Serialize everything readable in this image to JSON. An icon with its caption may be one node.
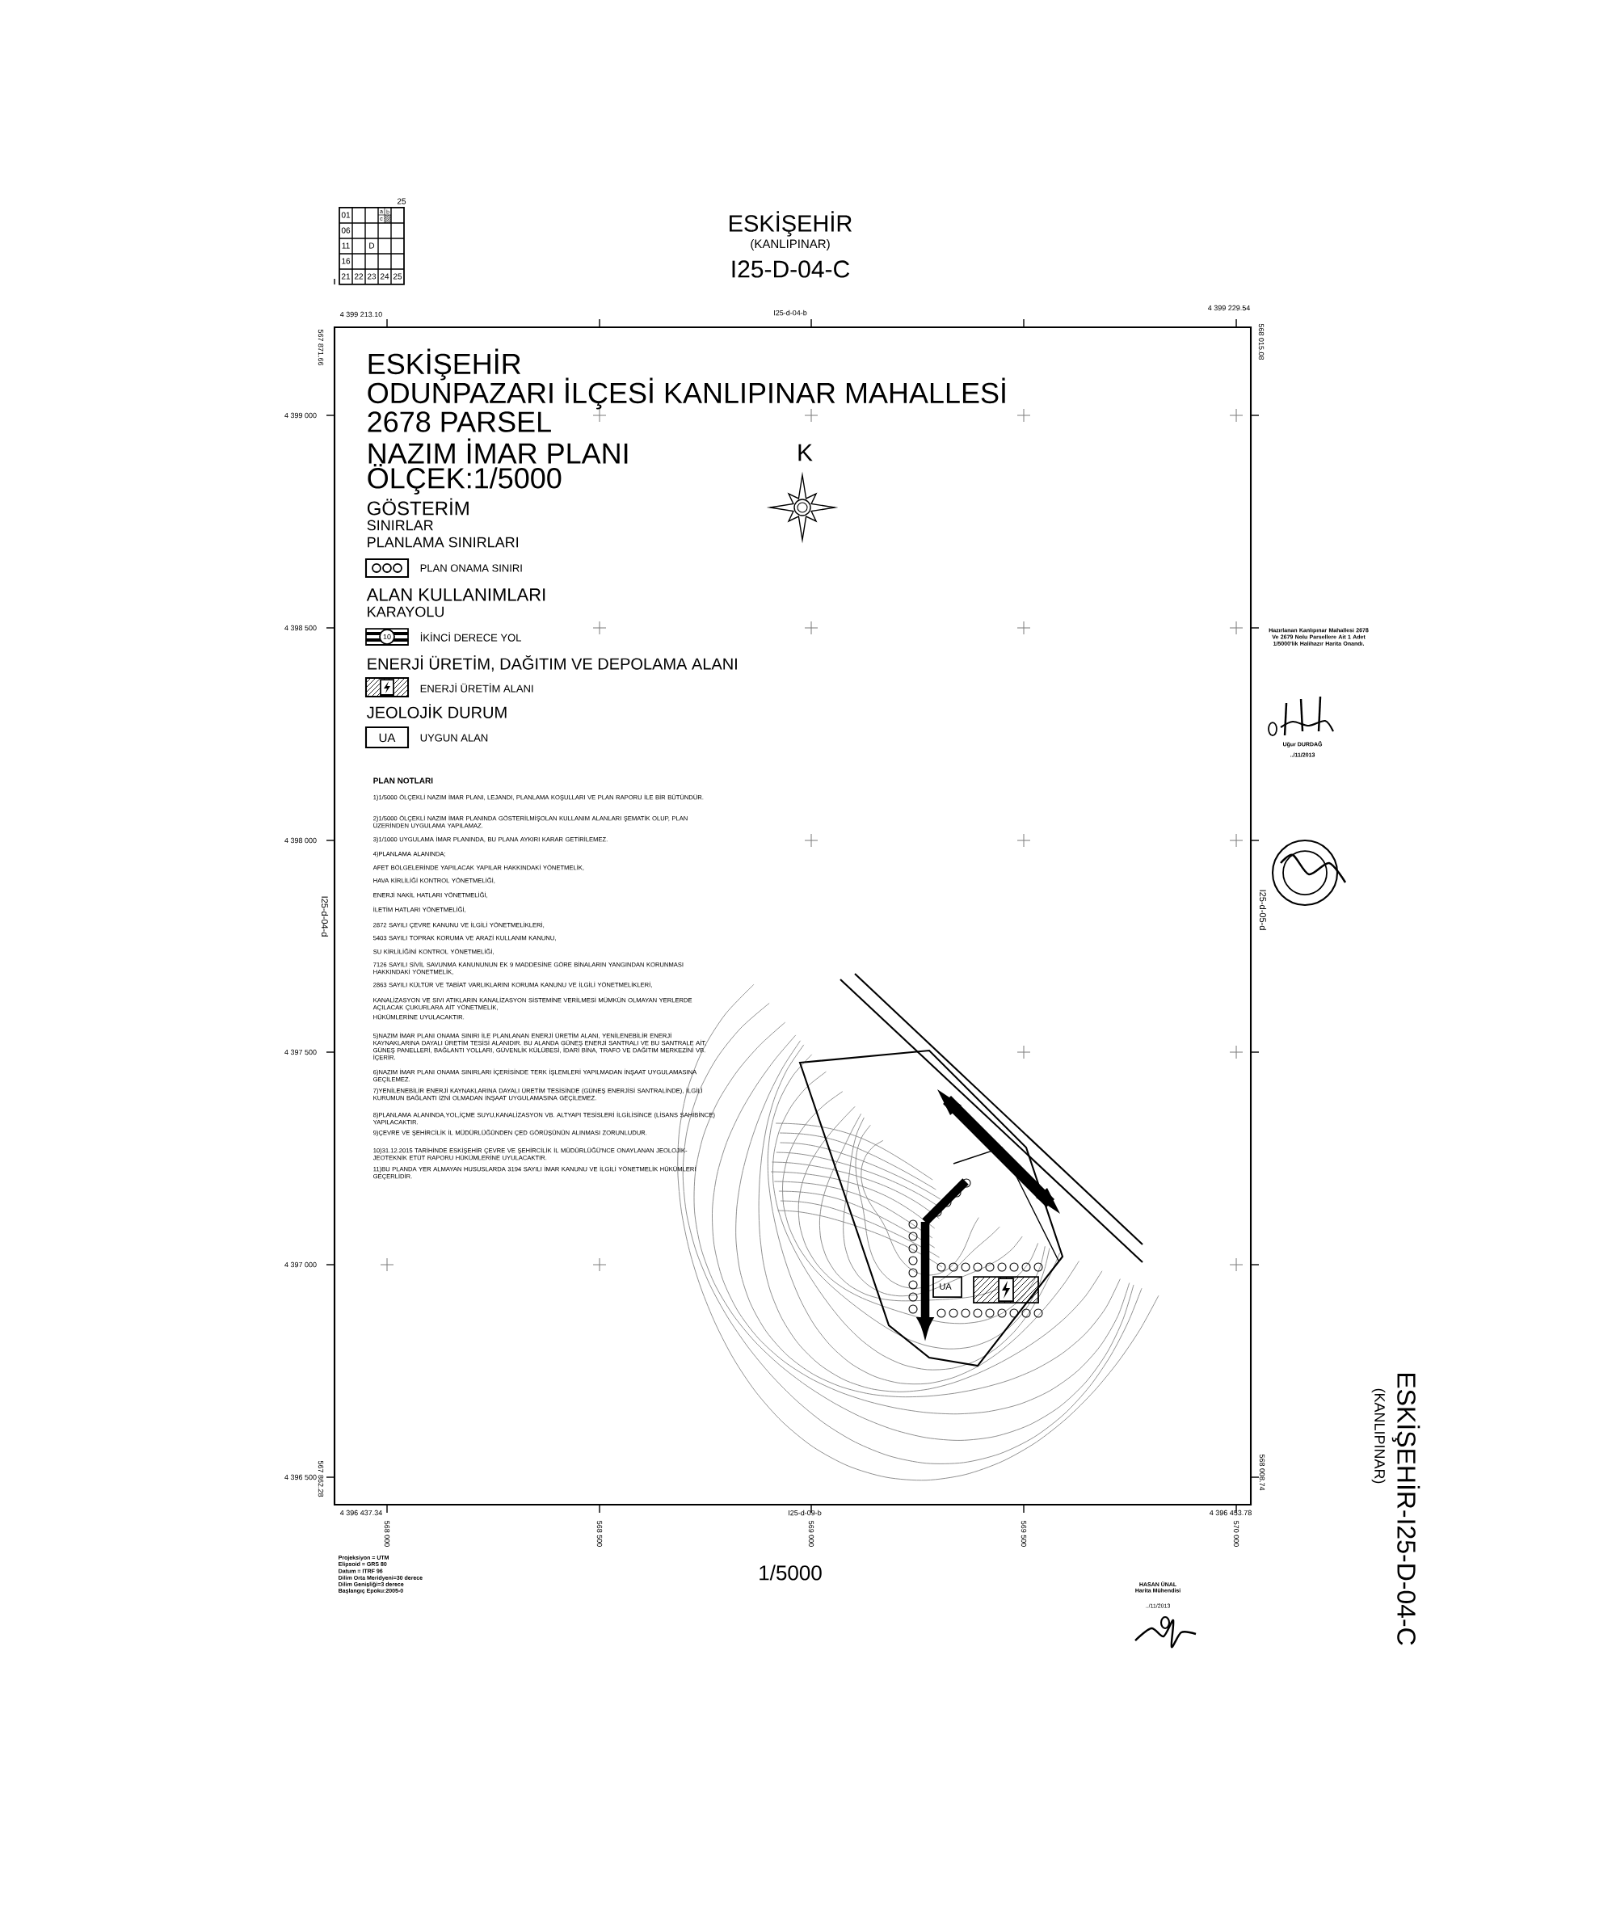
{
  "diagram": {
    "labels": [
      "ESKİŞEHİR",
      "(KANLIPINAR)",
      "I25-D-04-C",
      "25",
      "a",
      "b",
      "c",
      "01",
      "06",
      "11",
      "D",
      "16",
      "21",
      "22",
      "23",
      "24",
      "25",
      "4 399 213.10",
      "I25-d-04-b",
      "4 399 229.54",
      "567 871.66",
      "568 015.08",
      "ESKİŞEHİR",
      "ODUNPAZARI İLÇESİ KANLIPINAR MAHALLESİ",
      "2678 PARSEL",
      "NAZIM İMAR PLANI",
      "ÖLÇEK:1/5000",
      "K",
      "GÖSTERİM",
      "SINIRLAR",
      "PLANLAMA SINIRLARI",
      "ALAN KULLANIMLARI",
      "KARAYOLU",
      "10",
      "ENERJİ ÜRETİM, DAĞITIM VE DEPOLAMA ALANI",
      "JEOLOJİK DURUM",
      "UA",
      "4 399 000",
      "4 398 500",
      "4 398 000",
      "4 397 500",
      "4 397 000",
      "4 396 500",
      "I25-d-04-d",
      "I25-d-05-d",
      "Hazırlanan Kanlıpınar Mahallesi 2678 Ve 2679 Nolu Parsellere Ait 1 Adet 1/5000'lik Halihazır Harita Onandı.",
      "Uğur DURDAĞ",
      "../11/2013",
      "PLAN NOTLARI",
      "1)1/5000 ÖLÇEKLİ NAZIM İMAR PLANI, LEJANDI, PLANLAMA KOŞULLARI VE PLAN RAPORU İLE BİR BÜTÜNDÜR.",
      "2)1/5000 ÖLÇEKLİ NAZIM İMAR PLANINDA GÖSTERİLMİŞOLAN KULLANIM ALANLARI ŞEMATİK OLUP, PLAN ÜZERİNDEN UYGULAMA YAPILAMAZ.",
      "3)1/1000 UYGULAMA İMAR PLANINDA, BU PLANA AYKIRI KARAR GETİRİLEMEZ.",
      "4)PLANLAMA ALANINDA;",
      "AFET BÖLGELERİNDE YAPILACAK YAPILAR HAKKINDAKİ YÖNETMELİK,",
      "HAVA KİRLİLİĞİ KONTROL YÖNETMELİĞİ,",
      "ENERJİ NAKİL HATLARI YÖNETMELİĞİ,",
      "İLETİM HATLARI YÖNETMELİĞİ,",
      "2872 SAYILI ÇEVRE KANUNU VE İLGİLİ YÖNETMELİKLERİ,",
      "5403 SAYILI TOPRAK KORUMA VE ARAZİ KULLANIM KANUNU,",
      "SU KİRLİLİĞİNİ KONTROL YÖNETMELİĞİ,",
      "7126 SAYILI SİVİL SAVUNMA KANUNUNUN EK 9 MADDESİNE GÖRE BİNALARIN YANGINDAN KORUNMASI HAKKINDAKİ YÖNETMELİK,",
      "2863 SAYILI KÜLTÜR VE TABİAT VARLIKLARINI KORUMA KANUNU VE İLGİLİ YÖNETMELİKLERİ,",
      "KANALİZASYON VE SIVI ATIKLARIN KANALİZASYON SİSTEMİNE VERİLMESİ MÜMKÜN OLMAYAN YERLERDE AÇILACAK ÇUKURLARA AİT YÖNETMELİK,",
      "HÜKÜMLERİNE UYULACAKTIR.",
      "5)NAZIM İMAR PLANI ONAMA SINIRI İLE PLANLANAN ENERJİ ÜRETİM ALANI, YENİLENEBİLİR ENERJİ KAYNAKLARINA DAYALI ÜRETİM TESİSİ ALANIDIR. BU ALANDA GÜNEŞ ENERJİ SANTRALI VE BU SANTRALE AİT, GÜNEŞ PANELLERİ, BAĞLANTI YOLLARI, GÜVENLİK KÜLÜBESİ, İDARİ BİNA, TRAFO VE DAĞITIM MERKEZİNİ VB. İÇERİR.",
      "6)NAZIM İMAR PLANI ONAMA SINIRLARI İÇERİSİNDE TERK İŞLEMLERİ YAPILMADAN İNŞAAT UYGULAMASINA GEÇİLEMEZ.",
      "7)YENİLENEBİLİR ENERJİ KAYNAKLARINA DAYALI ÜRETİM TESİSİNDE (GÜNEŞ ENERJİSİ SANTRALİNDE), İLGİLİ KURUMUN BAĞLANTI İZNİ OLMADAN İNŞAAT UYGULAMASINA GEÇİLEMEZ.",
      "8)PLANLAMA ALANINDA,YOL,İÇME SUYU,KANALİZASYON VB. ALTYAPI TESİSLERİ İLGİLİSİNCE (LİSANS SAHİBİNCE) YAPILACAKTIR.",
      "9)ÇEVRE VE ŞEHİRCİLİK İL MÜDÜRLÜĞÜNDEN ÇED GÖRÜŞÜNÜN ALINMASI ZORUNLUDUR.",
      "10)31.12.2015 TARİHİNDE ESKİŞEHİR ÇEVRE VE ŞEHİRCİLİK İL MÜDÜRLÜĞÜ'NCE ONAYLANAN JEOLOJİK-JEOTEKNİK ETÜT RAPORU HÜKÜMLERİNE UYULACAKTIR.",
      "11)BU PLANDA YER ALMAYAN HUSUSLARDA 3194 SAYILI İMAR KANUNU VE İLGİLİ YÖNETMELİK HÜKÜMLERİ GEÇERLİDİR.",
      "UA",
      "4 396 437.34",
      "567 862.28",
      "I25-d-09-b",
      "568 008.74",
      "4 396 453.78",
      "568 000",
      "568 500",
      "569 000",
      "569 500",
      "570 000",
      "1/5000",
      "Projeksiyon = UTM",
      "Elipsoid = GRS 80",
      "Datum = ITRF 96",
      "Dilim Orta Meridyeni=30 derece",
      "Dilim Genişliği=3 derece",
      "Başlangıç Epoku:2005-0",
      "HASAN ÜNAL",
      "Harita Mühendisi",
      "../11/2013",
      "ESKİŞEHİR-I25-D-04-C",
      "(KANLIPINAR)"
    ],
    "legend": [
      {
        "text": "PLAN ONAMA SINIRI"
      },
      {
        "text": "İKİNCİ DERECE YOL"
      },
      {
        "text": "ENERJİ ÜRETİM ALANI"
      },
      {
        "text": "UYGUN ALAN"
      }
    ]
  }
}
